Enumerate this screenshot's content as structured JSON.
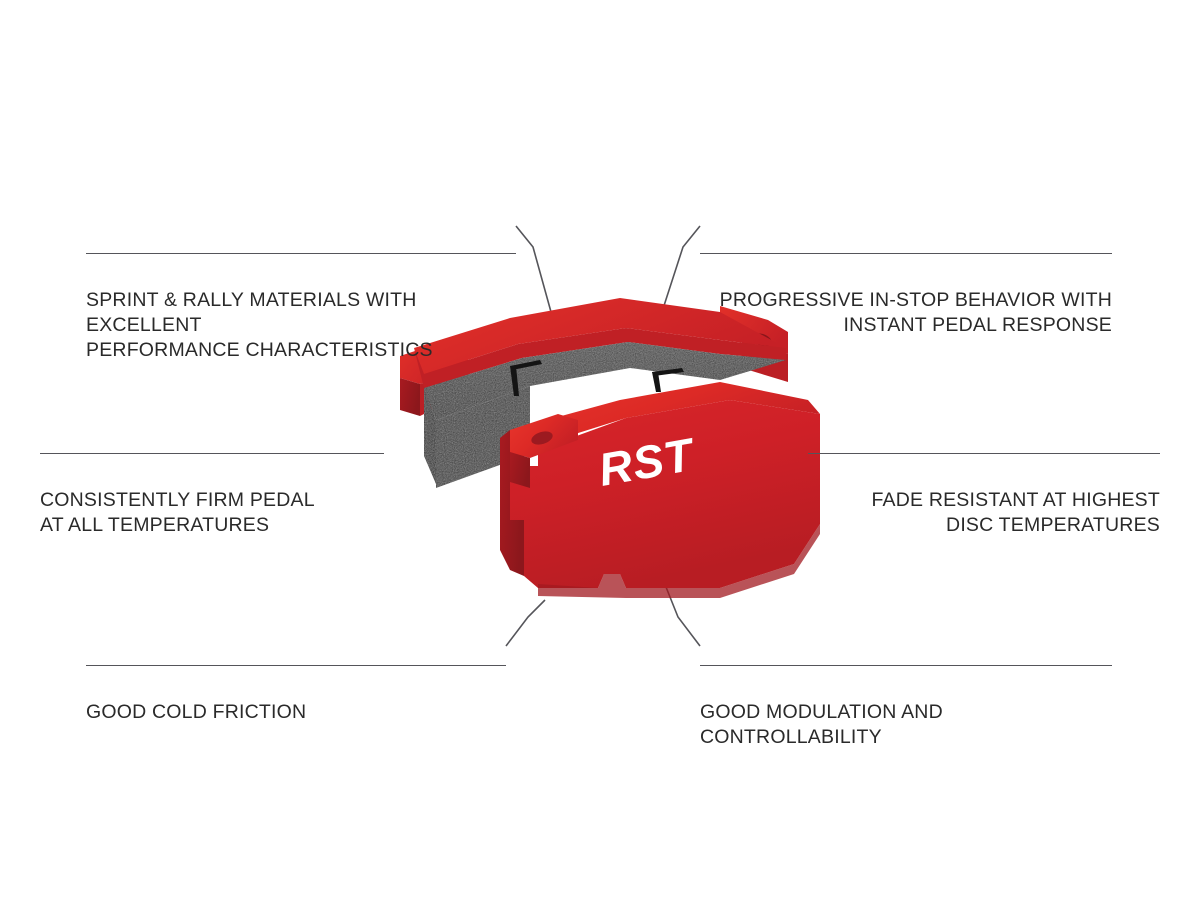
{
  "product": {
    "name": "RST racing brake pad set",
    "logo_text": "RST",
    "colors": {
      "plate_front": "#ce2027",
      "plate_top": "#e02a25",
      "plate_shadow": "#9e1b21",
      "plate_dark": "#8c171c",
      "friction": "#3c3c3c",
      "friction_dark": "#262626",
      "slot": "#111111",
      "logo": "#ffffff"
    }
  },
  "callouts": {
    "top_left": {
      "text": "SPRINT & RALLY MATERIALS WITH EXCELLENT\nPERFORMANCE CHARACTERISTICS"
    },
    "top_right": {
      "text": "PROGRESSIVE IN-STOP BEHAVIOR WITH\nINSTANT PEDAL RESPONSE"
    },
    "middle_left": {
      "text": "CONSISTENTLY FIRM PEDAL\nAT ALL TEMPERATURES"
    },
    "middle_right": {
      "text": "FADE RESISTANT AT HIGHEST\nDISC TEMPERATURES"
    },
    "bottom_left": {
      "text": "GOOD COLD FRICTION"
    },
    "bottom_right": {
      "text": "GOOD MODULATION AND CONTROLLABILITY"
    }
  },
  "style": {
    "text_color": "#2a2a2a",
    "rule_color": "#55555a",
    "background": "#ffffff"
  }
}
